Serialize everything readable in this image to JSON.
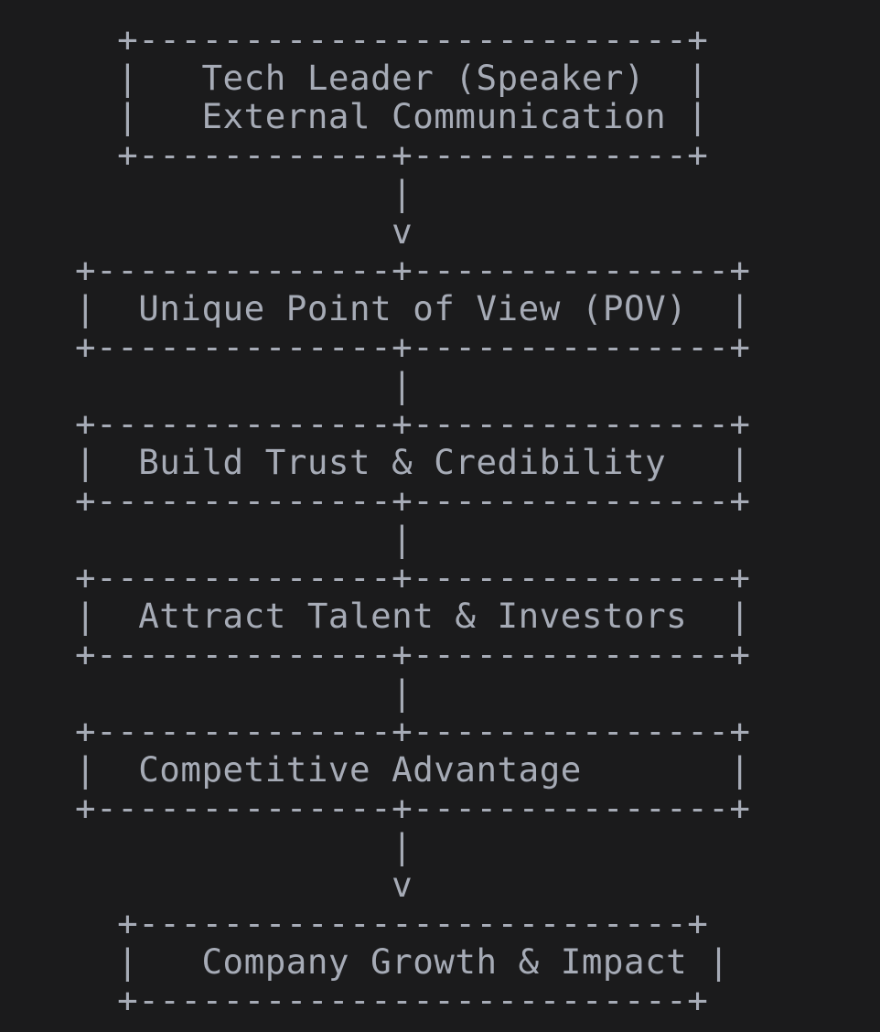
{
  "diagram": {
    "lines": [
      "  +--------------------------+",
      "  |   Tech Leader (Speaker)  |",
      "  |   External Communication |",
      "  +------------+-------------+",
      "               |",
      "               v",
      "+--------------+---------------+",
      "|  Unique Point of View (POV)  |",
      "+--------------+---------------+",
      "               |",
      "+--------------+---------------+",
      "|  Build Trust & Credibility   |",
      "+--------------+---------------+",
      "               |",
      "+--------------+---------------+",
      "|  Attract Talent & Investors  |",
      "+--------------+---------------+",
      "               |",
      "+--------------+---------------+",
      "|  Competitive Advantage       |",
      "+--------------+---------------+",
      "               |",
      "               v",
      "  +--------------------------+",
      "  |   Company Growth & Impact |",
      "  +--------------------------+"
    ]
  }
}
